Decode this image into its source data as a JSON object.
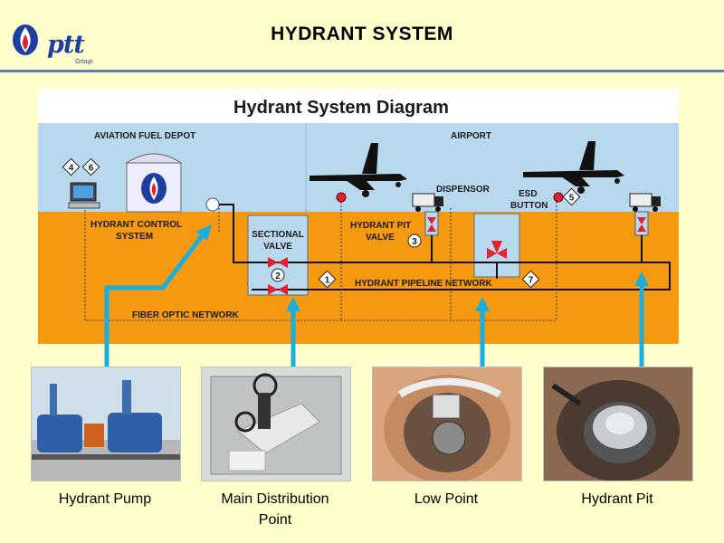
{
  "header": {
    "title": "HYDRANT SYSTEM",
    "logo": {
      "name": "ptt",
      "sub": "Group",
      "icon": "ptt-flame-logo"
    }
  },
  "diagram": {
    "title": "Hydrant System Diagram",
    "zones": {
      "depot": "AVIATION FUEL DEPOT",
      "airport": "AIRPORT"
    },
    "labels": {
      "control_line1": "HYDRANT CONTROL",
      "control_line2": "SYSTEM",
      "sectional_line1": "SECTIONAL",
      "sectional_line2": "VALVE",
      "pit_line1": "HYDRANT PIT",
      "pit_line2": "VALVE",
      "dispensor": "DISPENSOR",
      "esd_line1": "ESD",
      "esd_line2": "BUTTON",
      "pipeline": "HYDRANT PIPELINE NETWORK",
      "fiber": "FIBER OPTIC NETWORK"
    },
    "markers": [
      "1",
      "2",
      "3",
      "4",
      "5",
      "6",
      "7"
    ]
  },
  "photos": [
    {
      "caption": "Hydrant Pump",
      "icon": "hydrant-pump-photo"
    },
    {
      "caption_line1": "Main Distribution",
      "caption_line2": "Point",
      "icon": "main-distribution-photo"
    },
    {
      "caption": "Low Point",
      "icon": "low-point-photo"
    },
    {
      "caption": "Hydrant Pit",
      "icon": "hydrant-pit-photo"
    }
  ],
  "colors": {
    "background": "#ffffcc",
    "sky": "#b8d8ee",
    "ground": "#f59a10",
    "arrow": "#19aee0",
    "valve": "#e0202c",
    "header_rule": "#5a7fa8"
  }
}
